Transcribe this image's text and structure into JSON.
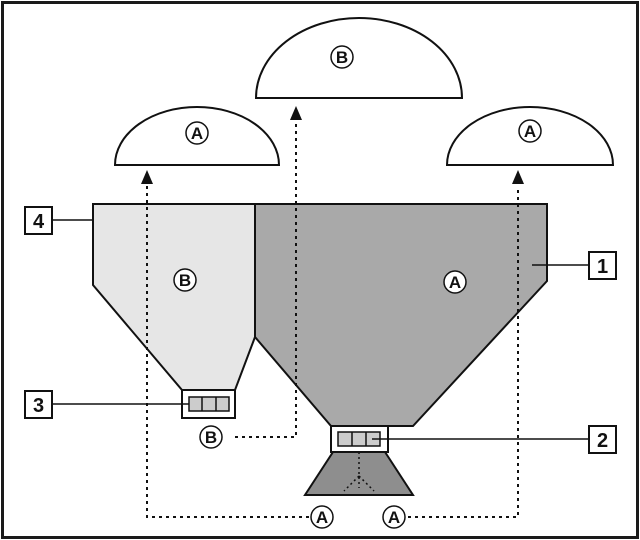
{
  "colors": {
    "frame": "#1a1a1a",
    "stroke": "#111111",
    "hopper_light": "#e6e6e6",
    "hopper_dark": "#a9a9a9",
    "spreader": "#8e8e8e",
    "metering": "#cccccc",
    "background": "#ffffff"
  },
  "spread_patterns": {
    "left": "A",
    "center": "B",
    "right": "A"
  },
  "hoppers": {
    "small": "B",
    "large": "A"
  },
  "flow_labels": {
    "small_outlet": "B",
    "bottom_left": "A",
    "bottom_right": "A"
  },
  "callouts": {
    "four": "4",
    "one": "1",
    "three": "3",
    "two": "2"
  }
}
